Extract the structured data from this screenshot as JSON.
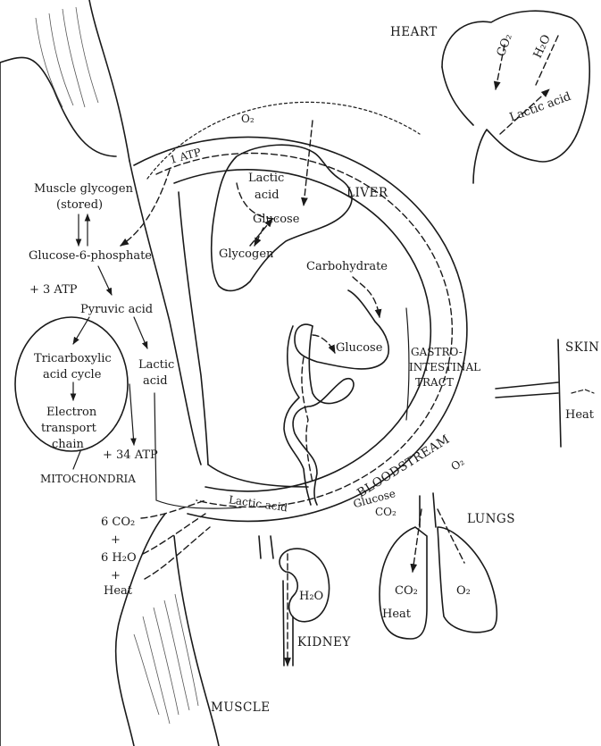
{
  "labels": {
    "heart": "HEART",
    "co2_heart": "CO₂",
    "h2o_heart": "H₂O",
    "lactic_acid_heart": "Lactic acid",
    "o2_top": "O₂",
    "atp_1": "1 ATP",
    "lactic_liver": "Lactic",
    "acid_liver": "acid",
    "liver": "LIVER",
    "glucose_liver": "Glucose",
    "glycogen": "Glycogen",
    "muscle_glycogen": "Muscle glycogen",
    "stored": "(stored)",
    "glucose6p": "Glucose-6-phosphate",
    "atp_3": "+ 3 ATP",
    "pyruvic": "Pyruvic acid",
    "tca_1": "Tricarboxylic",
    "tca_2": "acid cycle",
    "etc_1": "Electron",
    "etc_2": "transport",
    "etc_3": "chain",
    "lactic_m1": "Lactic",
    "lactic_m2": "acid",
    "atp_34": "+ 34 ATP",
    "mito": "MITOCHONDRIA",
    "carbohydrate": "Carbohydrate",
    "glucose_gi": "Glucose",
    "gi_1": "GASTRO-",
    "gi_2": "INTESTINAL",
    "gi_3": "TRACT",
    "bloodstream": "BLOODSTREAM",
    "o2_lower": "O₂",
    "glucose_lower": "Glucose",
    "co2_lower": "CO₂",
    "lactic_lower": "Lactic acid",
    "skin": "SKIN",
    "heat_skin": "Heat",
    "lungs": "LUNGS",
    "co2_lungs": "CO₂",
    "o2_lungs": "O₂",
    "heat_lungs": "Heat",
    "co2_6": "6 CO₂",
    "plus_1": "+",
    "h2o_6": "6 H₂O",
    "plus_2": "+",
    "heat_muscle": "Heat",
    "h2o_kidney": "H₂O",
    "kidney": "KIDNEY",
    "muscle": "MUSCLE"
  },
  "colors": {
    "ink": "#1a1a1a",
    "paper": "#ffffff"
  }
}
